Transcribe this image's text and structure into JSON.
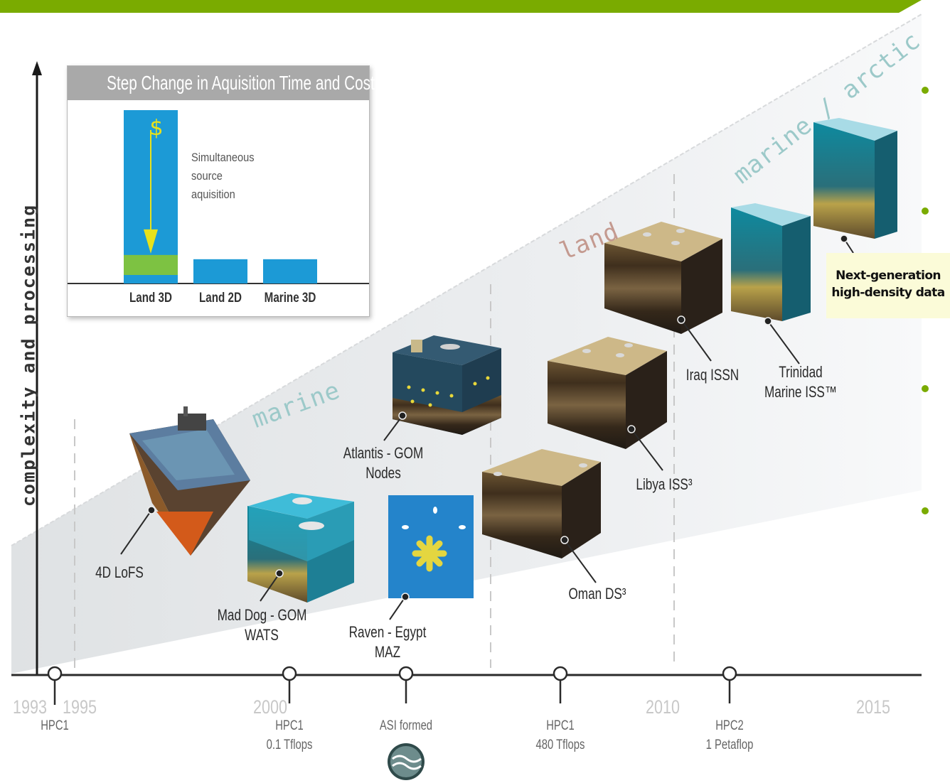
{
  "y_axis_label": "complexity and processing",
  "inset": {
    "title": "Step Change in Aquisition Time and Cost",
    "dollar_symbol": "$",
    "annotation_lines": [
      "Simultaneous",
      "source",
      "aquisition"
    ],
    "bars": [
      {
        "label": "Land 3D",
        "value": 100,
        "cost_part": 14
      },
      {
        "label": "Land 2D",
        "value": 14
      },
      {
        "label": "Marine 3D",
        "value": 14
      }
    ],
    "colors": {
      "bar": "#1c9ad6",
      "cost_part": "#7dc242",
      "arrow": "#e8e21b"
    }
  },
  "bands": {
    "marine_lower": "marine",
    "land": "land",
    "marine_arctic": "marine / arctic"
  },
  "projects": {
    "lofs": [
      "4D LoFS"
    ],
    "maddog": [
      "Mad Dog - GOM",
      "WATS"
    ],
    "raven": [
      "Raven - Egypt",
      "MAZ"
    ],
    "atlantis": [
      "Atlantis - GOM",
      "Nodes"
    ],
    "oman": [
      "Oman DS³"
    ],
    "libya": [
      "Libya ISS³"
    ],
    "iraq": [
      "Iraq ISSN"
    ],
    "trinidad": [
      "Trinidad",
      "Marine ISS™"
    ]
  },
  "callout": [
    "Next-generation",
    "high-density data"
  ],
  "timeline": {
    "years": [
      "1993",
      "1995",
      "2000",
      "2010",
      "2015"
    ],
    "milestones": {
      "m1": [
        "HPC1"
      ],
      "m2": [
        "HPC1",
        "0.1 Tflops"
      ],
      "m3": [
        "ASI formed"
      ],
      "m4": [
        "HPC1",
        "480 Tflops"
      ],
      "m5": [
        "HPC2",
        "1 Petaflop"
      ]
    }
  },
  "colors": {
    "accent": "#7aab00",
    "band_marine": "#9cc9c9",
    "band_land": "#c49a90"
  }
}
